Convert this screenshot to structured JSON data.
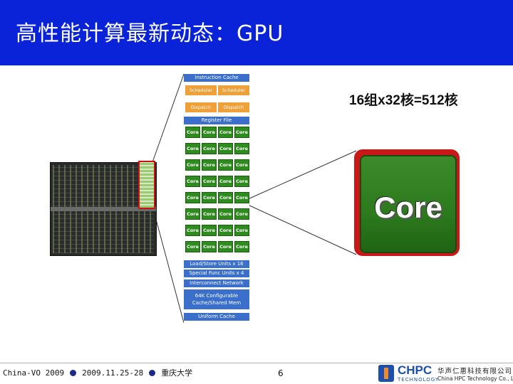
{
  "slide": {
    "title": "高性能计算最新动态：GPU",
    "ratio_text": "16组x32核=512核",
    "page_number": "6"
  },
  "sm_diagram": {
    "instruction_cache": "Instruction Cache",
    "scheduler_labels": [
      "Scheduler",
      "Scheduler"
    ],
    "dispatch_labels": [
      "Dispatch",
      "Dispatch"
    ],
    "register_file": "Register File",
    "core_label": "Core",
    "load_store": "Load/Store Units x 16",
    "sfu": "Special Func Units x 4",
    "interconnect": "Interconnect Network",
    "shared_memory": "64K Configurable Cache/Shared Mem",
    "uniform_cache": "Uniform Cache"
  },
  "big_core": {
    "label": "Core"
  },
  "footer": {
    "conference": "China-VO 2009",
    "dates": "2009.11.25-28",
    "venue": "重庆大学",
    "logo_main": "CHPC",
    "logo_sub": "TECHNOLOGY",
    "company_cn": "华声仁惠科技有限公司",
    "company_en": "China HPC Technology Co., Ltd."
  },
  "colors": {
    "header_bg": "#0a23d8",
    "core_green": "#2e8b1e",
    "highlight_red": "#d01010",
    "sm_blue": "#3a6fcb",
    "scheduler_orange": "#f0a038"
  }
}
